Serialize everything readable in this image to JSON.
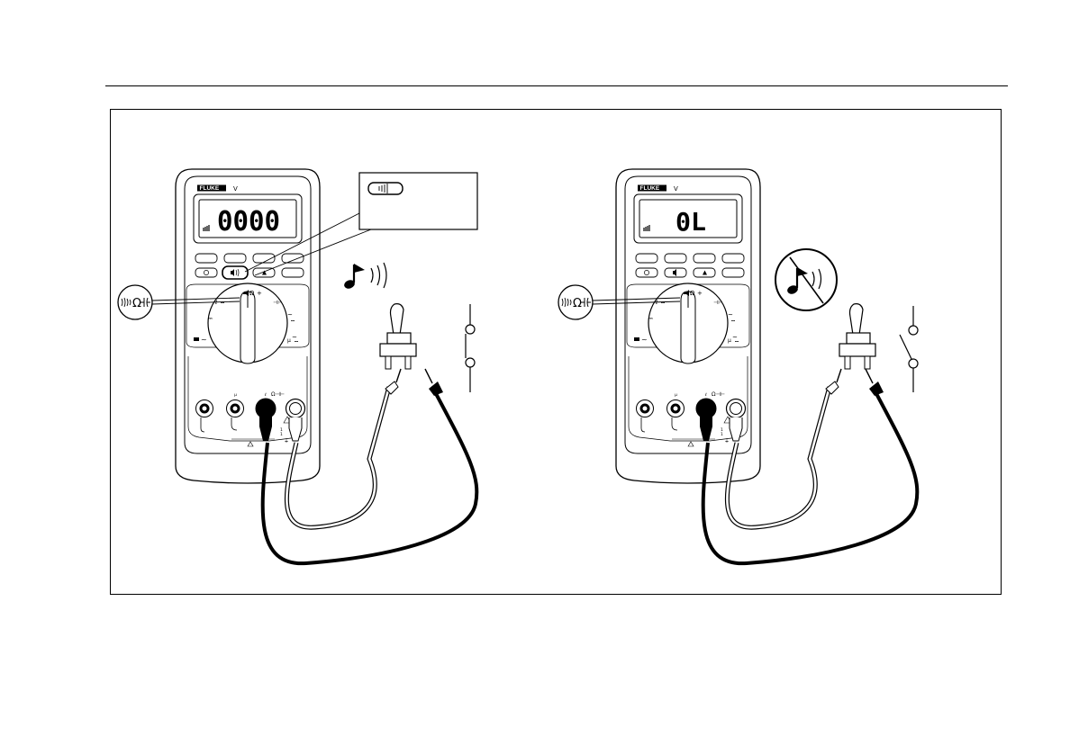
{
  "figure": {
    "left_meter": {
      "brand": "FLUKE",
      "model_mark": "V",
      "display_reading": "0000",
      "beeper_indicator": "beeper-icon",
      "dial_position": "ohms-continuity"
    },
    "right_meter": {
      "brand": "FLUKE",
      "model_mark": "V",
      "display_reading": "0L",
      "beeper_indicator": "beeper-icon",
      "dial_position": "ohms-continuity"
    },
    "callout_left": {
      "ohm_symbol": "Ω",
      "icons": [
        "beeper-icon",
        "capacitor-icon"
      ]
    },
    "callout_right": {
      "ohm_symbol": "Ω",
      "icons": [
        "beeper-icon",
        "capacitor-icon"
      ]
    },
    "beeper_button_callout": {
      "icon": "beeper-button-icon"
    },
    "sound_on_icon": "music-note-sound-icon",
    "sound_off_icon": "music-note-no-sound-icon",
    "switch_left_state": "closed",
    "switch_right_state": "open",
    "colors": {
      "line": "#000000",
      "background": "#ffffff"
    }
  }
}
